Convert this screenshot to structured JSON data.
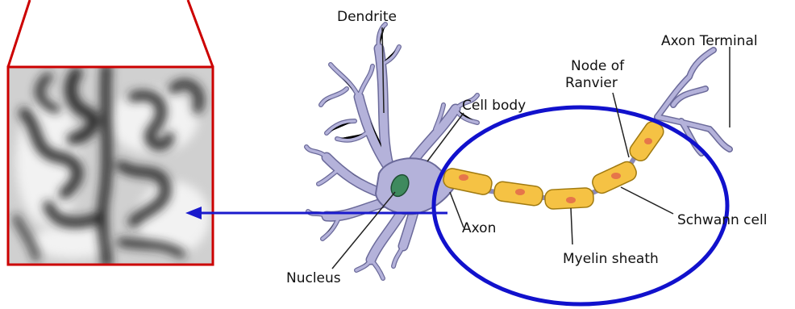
{
  "labels": {
    "dendrite": "Dendrite",
    "axon_terminal": "Axon Terminal",
    "node_of_ranvier_line1": "Node of",
    "node_of_ranvier_line2": "Ranvier",
    "cell_body": "Cell body",
    "axon": "Axon",
    "schwann_cell": "Schwann cell",
    "myelin_sheath": "Myelin sheath",
    "nucleus": "Nucleus"
  },
  "colors": {
    "neuron_fill": "#b4b2da",
    "neuron_stroke": "#6b6a9a",
    "nucleus_fill": "#3f8a5e",
    "myelin_fill": "#f5c244",
    "myelin_stroke": "#a07a10",
    "schwann_nucleus": "#e6764a",
    "highlight_ellipse": "#1111cc",
    "arrow": "#1a1acc",
    "inset_frame": "#cc0000"
  }
}
